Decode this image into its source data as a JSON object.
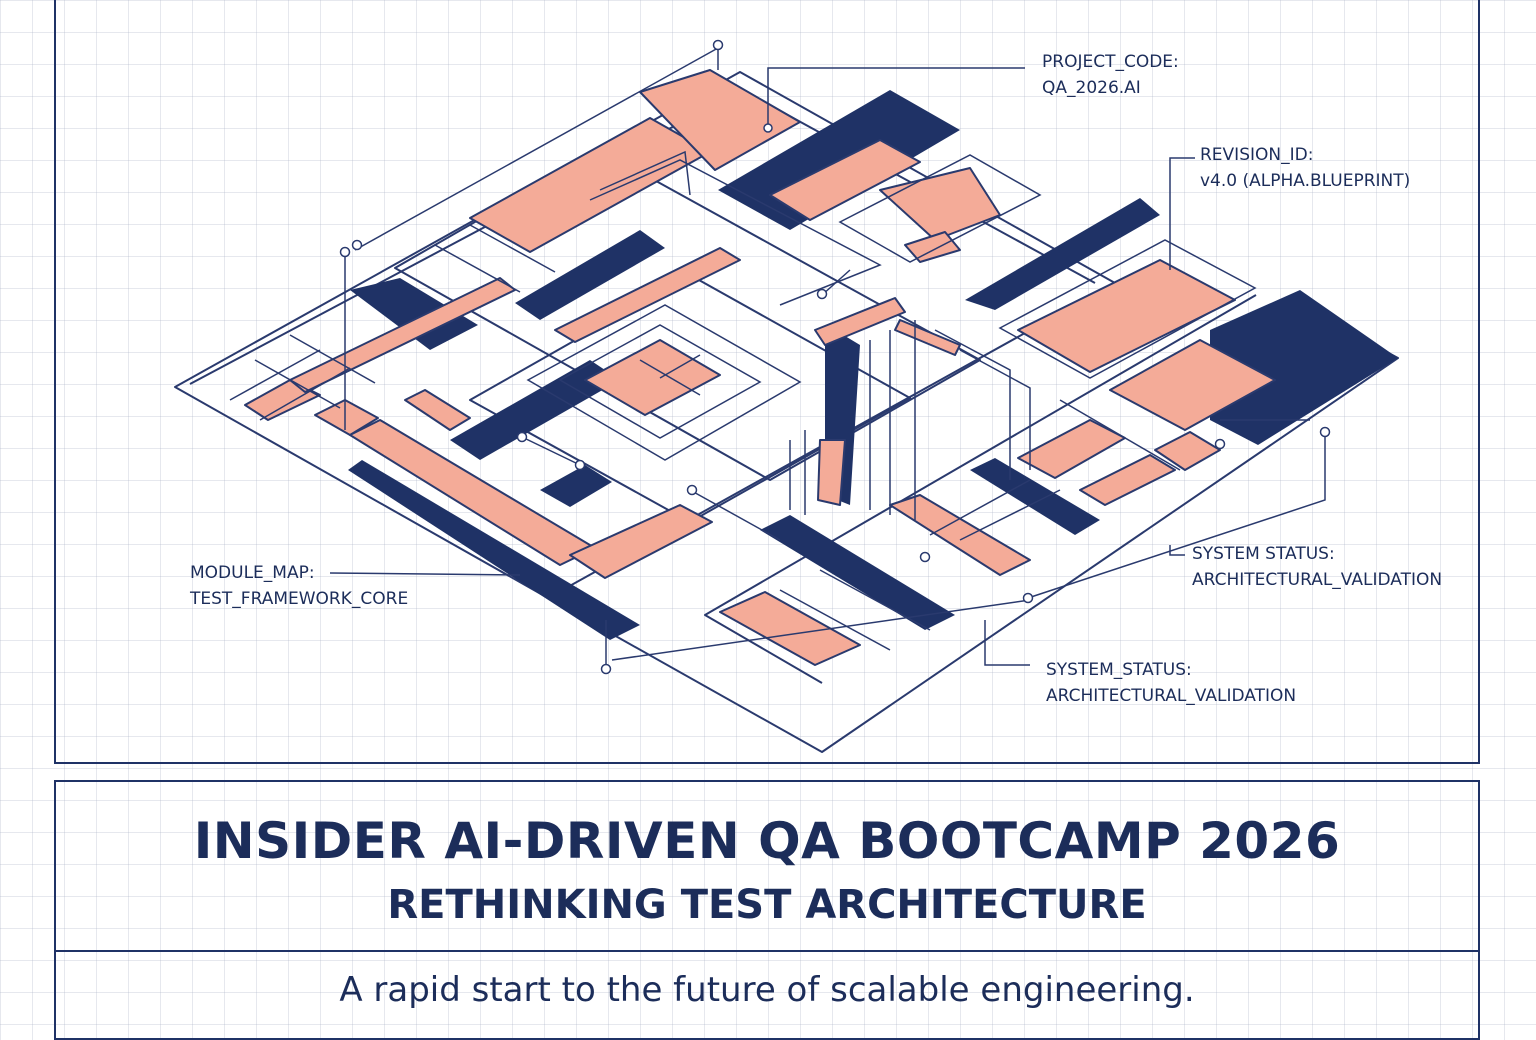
{
  "annotations": {
    "project_code": {
      "key": "PROJECT_CODE:",
      "value": "QA_2026.AI"
    },
    "revision_id": {
      "key": "REVISION_ID:",
      "value": "v4.0 (ALPHA.BLUEPRINT)"
    },
    "system_status_right": {
      "key": "SYSTEM STATUS:",
      "value": "ARCHITECTURAL_VALIDATION"
    },
    "module_map": {
      "key": "MODULE_MAP:",
      "value": "TEST_FRAMEWORK_CORE"
    },
    "system_status_bottom": {
      "key": "SYSTEM_STATUS:",
      "value": "ARCHITECTURAL_VALIDATION"
    }
  },
  "footer": {
    "title": "INSIDER AI-DRIVEN QA BOOTCAMP 2026",
    "subtitle": "RETHINKING TEST ARCHITECTURE",
    "tagline": "A rapid start to the future of scalable engineering."
  },
  "colors": {
    "navy": "#1f3266",
    "salmon": "#f4ab98",
    "line": "#2a3a6e",
    "grid": "#c9cfdc"
  }
}
